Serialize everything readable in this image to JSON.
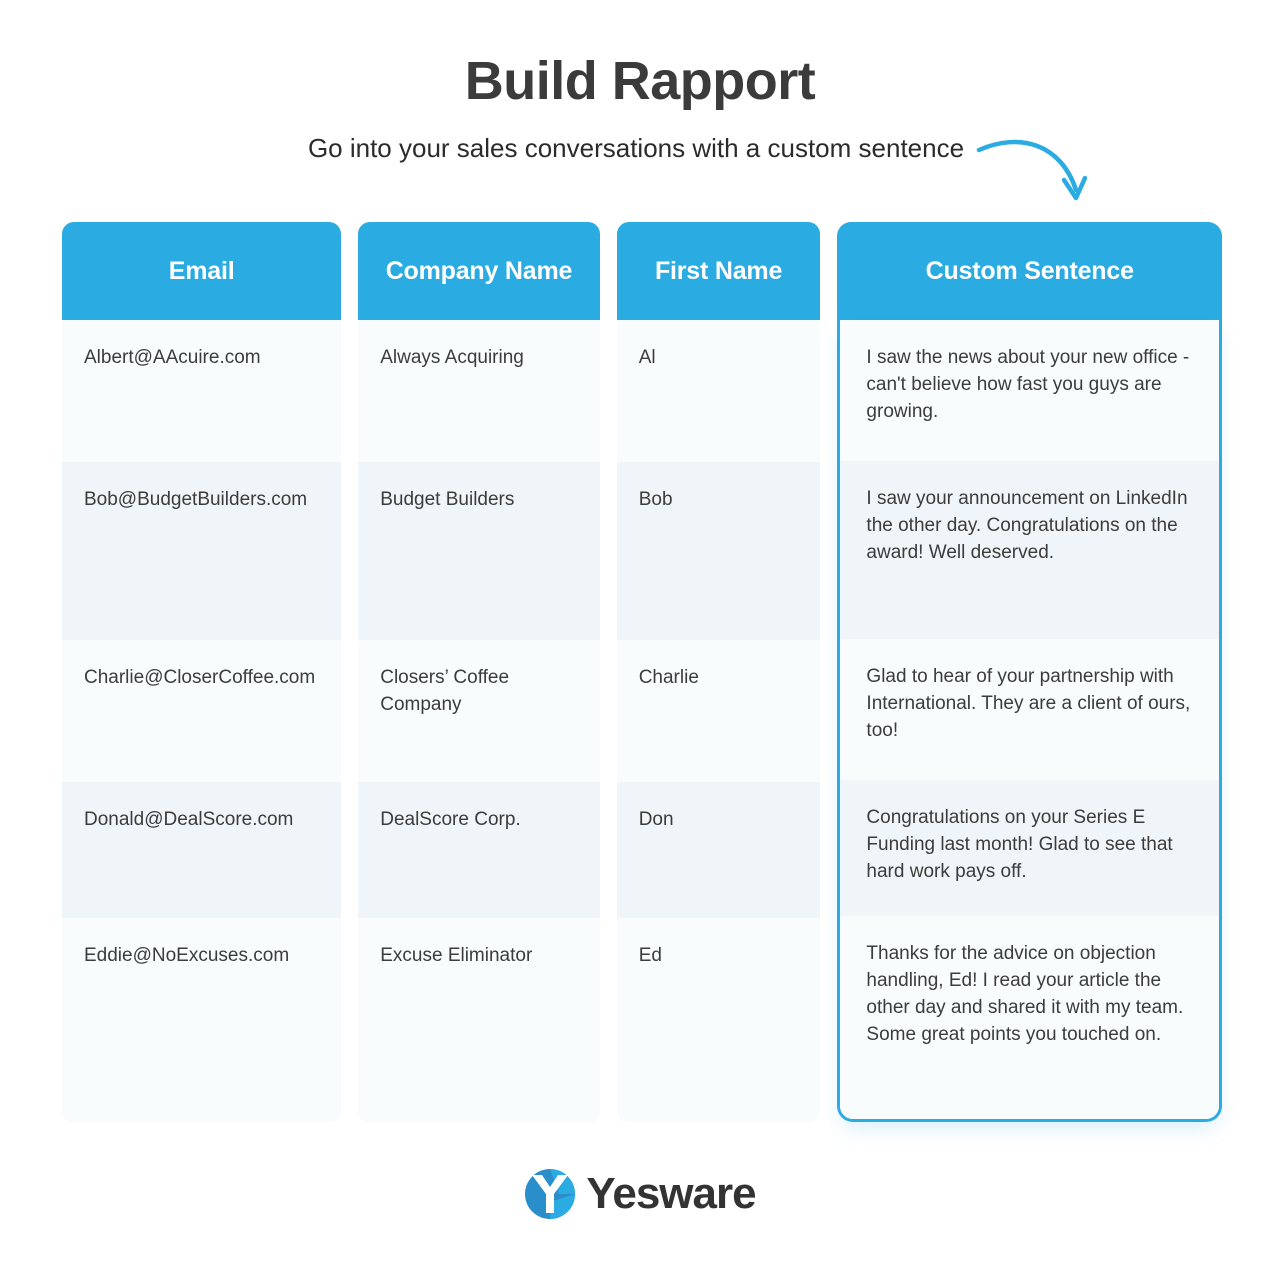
{
  "header": {
    "title": "Build Rapport",
    "subtitle": "Go into your sales conversations with a custom sentence",
    "arrow_icon": "curved-arrow-down-icon"
  },
  "theme": {
    "accent": "#2aabe2",
    "header_text": "#ffffff",
    "row_shade_light": "#f9fcfd",
    "row_shade_dark": "#eff5f8",
    "body_text": "#3c3c3c",
    "title_text": "#3b3b3b"
  },
  "table": {
    "columns": [
      {
        "key": "email",
        "label": "Email"
      },
      {
        "key": "company",
        "label": "Company Name"
      },
      {
        "key": "first",
        "label": "First Name"
      },
      {
        "key": "custom",
        "label": "Custom Sentence",
        "highlighted": true
      }
    ],
    "rows": [
      {
        "email": "Albert@AAcuire.com",
        "company": "Always Acquiring",
        "first": "Al",
        "custom": "I saw the news about your new office - can't believe how fast you guys are growing."
      },
      {
        "email": "Bob@BudgetBuilders.com",
        "company": "Budget Builders",
        "first": "Bob",
        "custom": "I saw your announcement on LinkedIn the other day. Congratulations on the award! Well deserved."
      },
      {
        "email": "Charlie@CloserCoffee.com",
        "company": "Closers’ Coffee Company",
        "first": "Charlie",
        "custom": "Glad to hear of your partnership with International. They are a client of ours, too!"
      },
      {
        "email": "Donald@DealScore.com",
        "company": "DealScore Corp.",
        "first": "Don",
        "custom": "Congratulations on your Series E Funding last month! Glad to see that hard work pays off."
      },
      {
        "email": "Eddie@NoExcuses.com",
        "company": "Excuse Eliminator",
        "first": "Ed",
        "custom": "Thanks for the advice on objection handling, Ed! I read your article the other day and shared it with my team. Some great points you touched on."
      }
    ]
  },
  "footer": {
    "brand": "Yesware",
    "logo_icon": "yesware-logo-icon"
  }
}
